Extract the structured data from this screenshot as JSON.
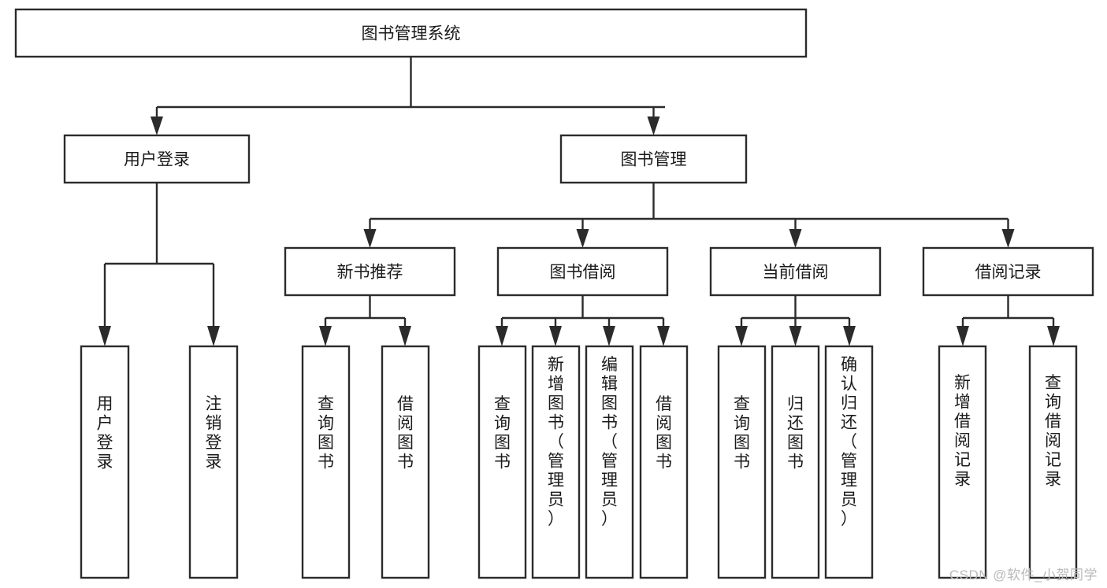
{
  "diagram": {
    "title": "图书管理系统",
    "type": "tree-hierarchy",
    "watermark": "CSDN @软件_小贺同学",
    "root": {
      "id": "root",
      "label": "图书管理系统"
    },
    "level2": [
      {
        "id": "user-login",
        "label": "用户登录"
      },
      {
        "id": "book-management",
        "label": "图书管理"
      }
    ],
    "level3": [
      {
        "id": "new-book-recommend",
        "label": "新书推荐",
        "parent": "book-management"
      },
      {
        "id": "book-borrow",
        "label": "图书借阅",
        "parent": "book-management"
      },
      {
        "id": "current-borrow",
        "label": "当前借阅",
        "parent": "book-management"
      },
      {
        "id": "borrow-record",
        "label": "借阅记录",
        "parent": "book-management"
      }
    ],
    "leaves": [
      {
        "id": "leaf-user-login",
        "label": "用户登录",
        "parent": "user-login"
      },
      {
        "id": "leaf-user-logout",
        "label": "注销登录",
        "parent": "user-login"
      },
      {
        "id": "leaf-query-book-1",
        "label": "查询图书",
        "parent": "new-book-recommend"
      },
      {
        "id": "leaf-borrow-book-1",
        "label": "借阅图书",
        "parent": "new-book-recommend"
      },
      {
        "id": "leaf-query-book-2",
        "label": "查询图书",
        "parent": "book-borrow"
      },
      {
        "id": "leaf-add-book",
        "label": "新增图书（管理员）",
        "parent": "book-borrow"
      },
      {
        "id": "leaf-edit-book",
        "label": "编辑图书（管理员）",
        "parent": "book-borrow"
      },
      {
        "id": "leaf-borrow-book-2",
        "label": "借阅图书",
        "parent": "book-borrow"
      },
      {
        "id": "leaf-query-book-3",
        "label": "查询图书",
        "parent": "current-borrow"
      },
      {
        "id": "leaf-return-book",
        "label": "归还图书",
        "parent": "current-borrow"
      },
      {
        "id": "leaf-confirm-return",
        "label": "确认归还（管理员）",
        "parent": "current-borrow"
      },
      {
        "id": "leaf-add-record",
        "label": "新增借阅记录",
        "parent": "borrow-record"
      },
      {
        "id": "leaf-query-record",
        "label": "查询借阅记录",
        "parent": "borrow-record"
      }
    ],
    "colors": {
      "box_stroke": "#2b2b2b",
      "box_fill": "#ffffff",
      "connector": "#2b2b2b",
      "text": "#1a1a1a",
      "watermark": "#b9b9b9",
      "background": "#ffffff"
    }
  }
}
